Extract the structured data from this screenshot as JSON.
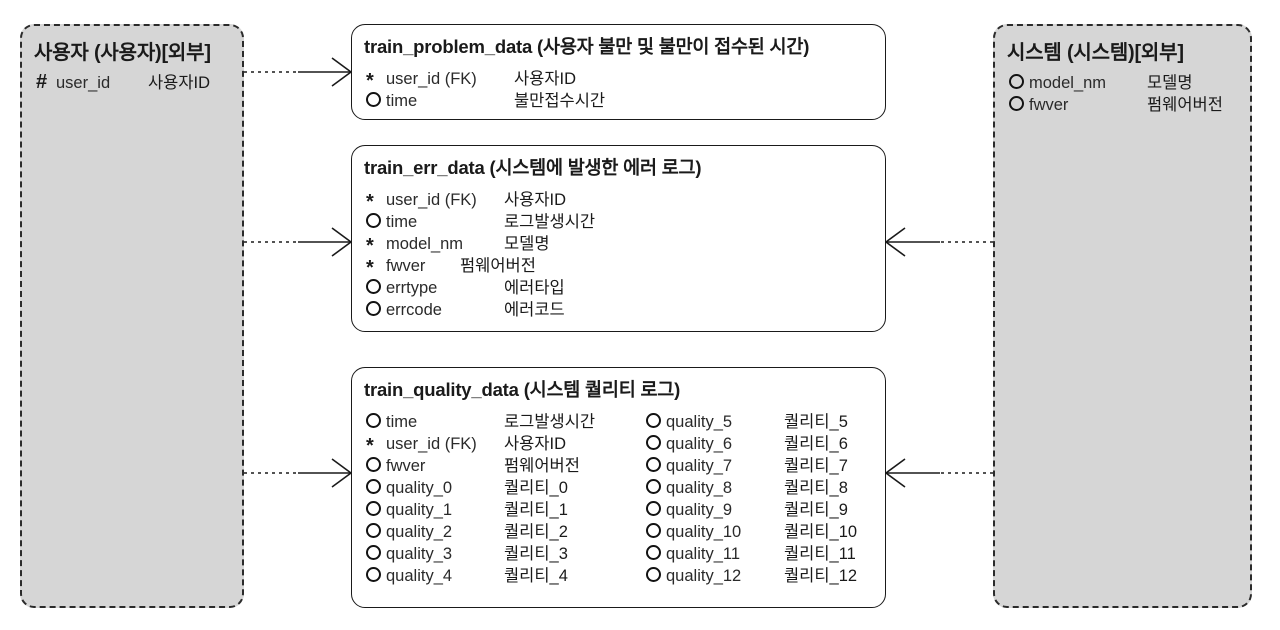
{
  "diagram": {
    "type": "entity-relationship-diagram",
    "notation": "barker-crowsfoot",
    "background": "#ffffff",
    "external_fill": "#d6d6d6",
    "line_color": "#1a1a1a",
    "markers": {
      "primary_key": "#",
      "mandatory": "*",
      "optional": "O"
    }
  },
  "entities": {
    "user": {
      "title": "사용자 (사용자)[외부]",
      "kind": "external",
      "attributes": [
        {
          "marker": "#",
          "name": "user_id",
          "desc": "사용자ID"
        }
      ]
    },
    "problem": {
      "name": "train_problem_data",
      "desc": "(사용자 불만 및 불만이 접수된 시간)",
      "kind": "internal",
      "attributes": [
        {
          "marker": "*",
          "name": "user_id (FK)",
          "desc": "사용자ID"
        },
        {
          "marker": "O",
          "name": "time",
          "desc": "불만접수시간"
        }
      ]
    },
    "err": {
      "name": "train_err_data",
      "desc": "(시스템에 발생한 에러 로그)",
      "kind": "internal",
      "attributes": [
        {
          "marker": "*",
          "name": "user_id (FK)",
          "desc": "사용자ID"
        },
        {
          "marker": "O",
          "name": "time",
          "desc": "로그발생시간"
        },
        {
          "marker": "*",
          "name": "model_nm",
          "desc": "모델명"
        },
        {
          "marker": "*",
          "name": "fwver",
          "desc": "펌웨어버전"
        },
        {
          "marker": "O",
          "name": "errtype",
          "desc": "에러타입"
        },
        {
          "marker": "O",
          "name": "errcode",
          "desc": "에러코드"
        }
      ]
    },
    "quality": {
      "name": "train_quality_data",
      "desc": "(시스템 퀄리티 로그)",
      "kind": "internal",
      "attributes_col1": [
        {
          "marker": "O",
          "name": "time",
          "desc": "로그발생시간"
        },
        {
          "marker": "*",
          "name": "user_id (FK)",
          "desc": "사용자ID"
        },
        {
          "marker": "O",
          "name": "fwver",
          "desc": "펌웨어버전"
        },
        {
          "marker": "O",
          "name": "quality_0",
          "desc": "퀄리티_0"
        },
        {
          "marker": "O",
          "name": "quality_1",
          "desc": "퀄리티_1"
        },
        {
          "marker": "O",
          "name": "quality_2",
          "desc": "퀄리티_2"
        },
        {
          "marker": "O",
          "name": "quality_3",
          "desc": "퀄리티_3"
        },
        {
          "marker": "O",
          "name": "quality_4",
          "desc": "퀄리티_4"
        }
      ],
      "attributes_col2": [
        {
          "marker": "O",
          "name": "quality_5",
          "desc": "퀄리티_5"
        },
        {
          "marker": "O",
          "name": "quality_6",
          "desc": "퀄리티_6"
        },
        {
          "marker": "O",
          "name": "quality_7",
          "desc": "퀄리티_7"
        },
        {
          "marker": "O",
          "name": "quality_8",
          "desc": "퀄리티_8"
        },
        {
          "marker": "O",
          "name": "quality_9",
          "desc": "퀄리티_9"
        },
        {
          "marker": "O",
          "name": "quality_10",
          "desc": "퀄리티_10"
        },
        {
          "marker": "O",
          "name": "quality_11",
          "desc": "퀄리티_11"
        },
        {
          "marker": "O",
          "name": "quality_12",
          "desc": "퀄리티_12"
        }
      ]
    },
    "system": {
      "title": "시스템 (시스템)[외부]",
      "kind": "external",
      "attributes": [
        {
          "marker": "O",
          "name": "model_nm",
          "desc": "모델명"
        },
        {
          "marker": "O",
          "name": "fwver",
          "desc": "펌웨어버전"
        }
      ]
    }
  },
  "relationships": [
    {
      "id": "user-problem",
      "from": "user",
      "to": "problem",
      "style": "dotted-to-solid",
      "end": "crowsfoot"
    },
    {
      "id": "user-err",
      "from": "user",
      "to": "err",
      "style": "dotted-to-solid",
      "end": "crowsfoot"
    },
    {
      "id": "user-quality",
      "from": "user",
      "to": "quality",
      "style": "dotted-to-solid",
      "end": "crowsfoot"
    },
    {
      "id": "system-err",
      "from": "system",
      "to": "err",
      "style": "dotted-to-solid",
      "end": "crowsfoot"
    },
    {
      "id": "system-quality",
      "from": "system",
      "to": "quality",
      "style": "dotted-to-solid",
      "end": "crowsfoot"
    }
  ]
}
